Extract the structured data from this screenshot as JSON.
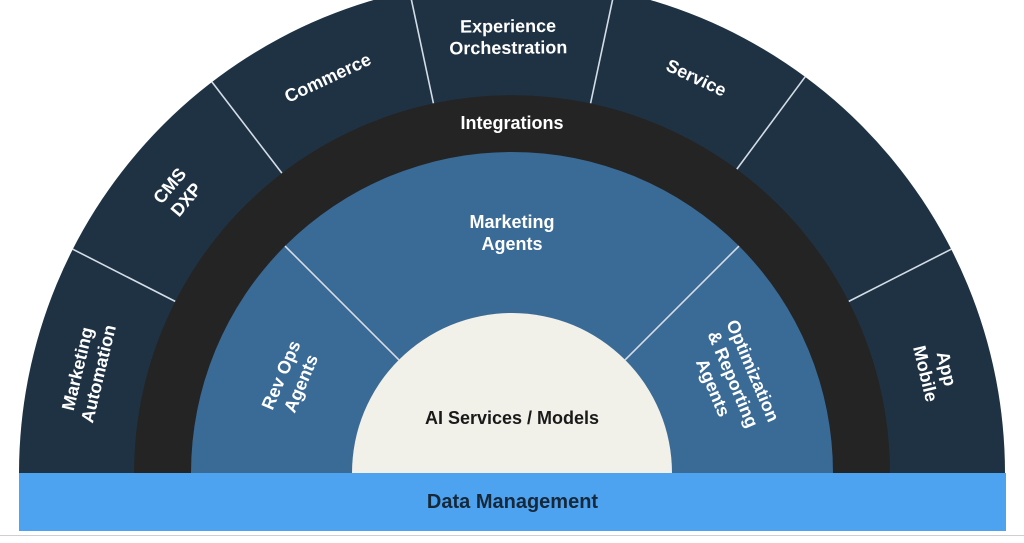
{
  "diagram": {
    "outer_ring": {
      "color": "#1f3244",
      "segments": [
        {
          "id": "marketing-automation",
          "lines": [
            "Marketing",
            "Automation"
          ]
        },
        {
          "id": "cms-dxp",
          "lines": [
            "CMS",
            "DXP"
          ]
        },
        {
          "id": "commerce",
          "lines": [
            "Commerce"
          ]
        },
        {
          "id": "experience-orchestration",
          "lines": [
            "Experience",
            "Orchestration"
          ]
        },
        {
          "id": "service",
          "lines": [
            "Service"
          ]
        },
        {
          "id": "app-mobile",
          "lines": [
            "App",
            "Mobile"
          ]
        }
      ]
    },
    "integration_ring": {
      "label": "Integrations",
      "color": "#242424"
    },
    "agents_ring": {
      "color": "#3a6a96",
      "segments": [
        {
          "id": "rev-ops-agents",
          "lines": [
            "Rev Ops",
            "Agents"
          ]
        },
        {
          "id": "marketing-agents",
          "lines": [
            "Marketing",
            "Agents"
          ]
        },
        {
          "id": "optimization-reporting-agents",
          "lines": [
            "Optimization",
            "& Reporting",
            "Agents"
          ]
        }
      ]
    },
    "core": {
      "label": "AI Services / Models",
      "color": "#f1f0e9"
    },
    "base": {
      "label": "Data Management",
      "color": "#4da3f0"
    }
  }
}
